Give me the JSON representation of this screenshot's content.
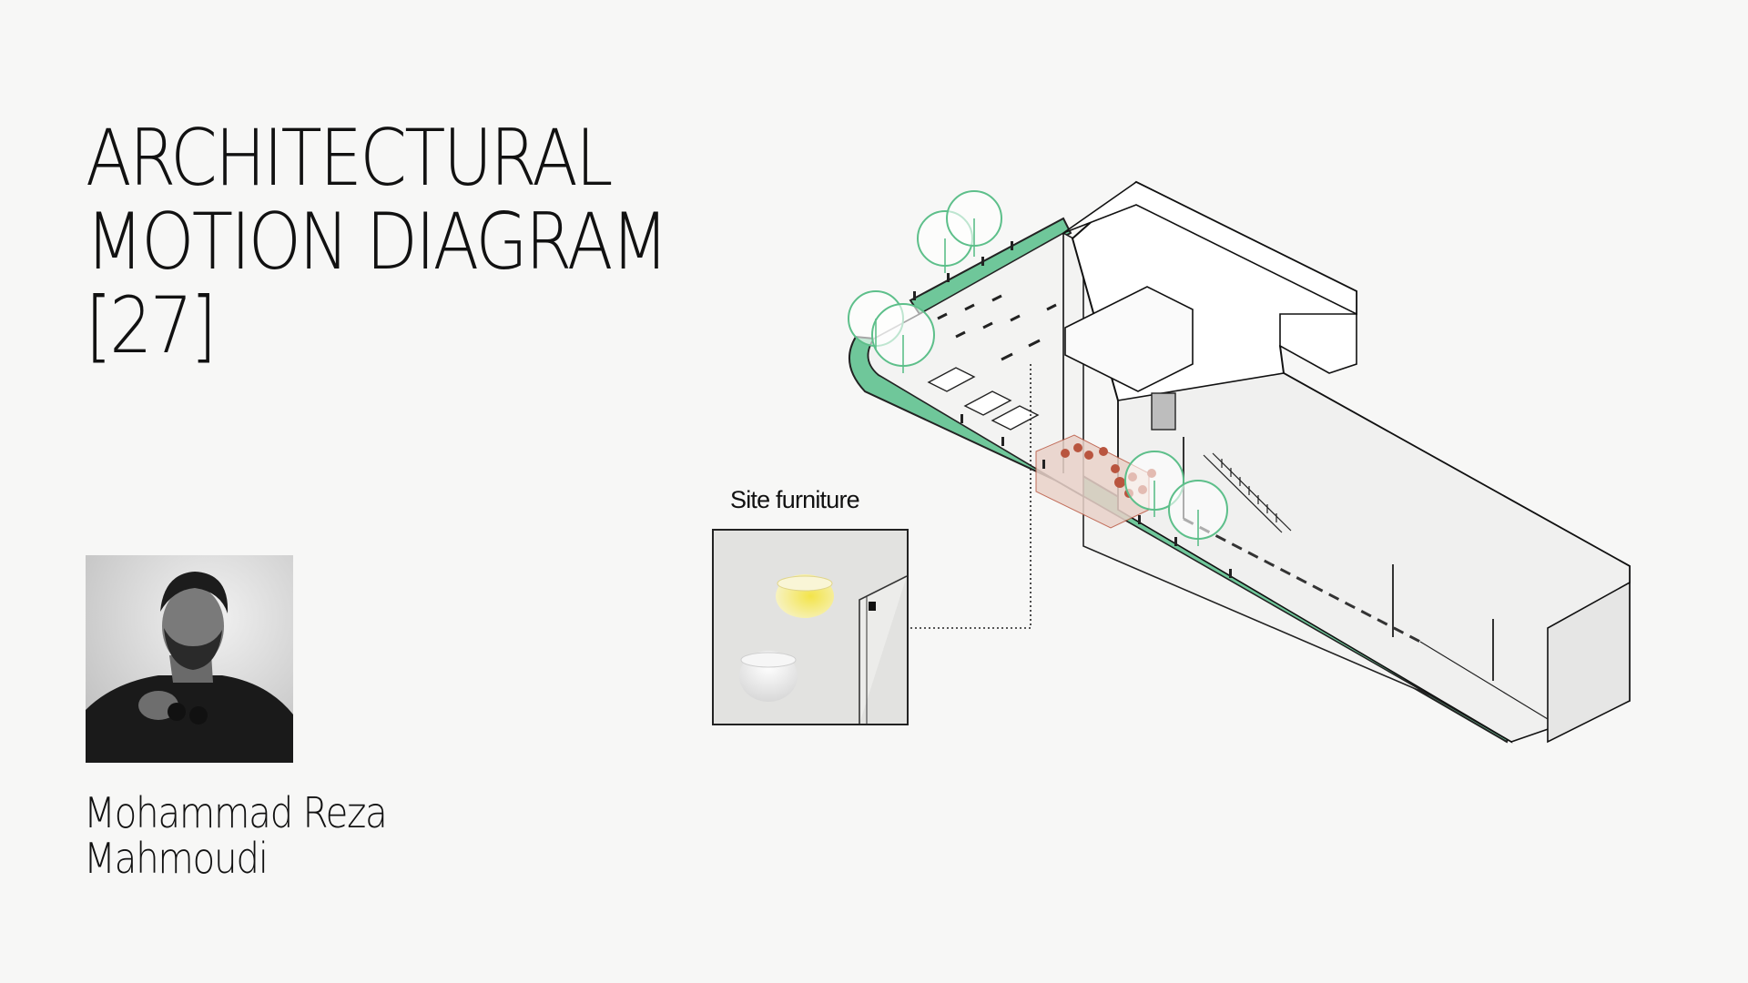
{
  "title": {
    "line1": "ARCHITECTURAL",
    "line2": "MOTION DIAGRAM",
    "line3": "[27]"
  },
  "author": {
    "first_line": "Mohammad Reza",
    "second_line": "Mahmoudi"
  },
  "inset": {
    "label": "Site furniture"
  },
  "colors": {
    "landscape_green": "#6fc79a",
    "planter_fill": "#cfe9dc",
    "accent_red": "#b9553f",
    "highlight_yellow": "#f3e44a",
    "tree_stroke": "#5dbf8a"
  },
  "icons": [
    "person-photo",
    "tree-icon",
    "car-icon"
  ]
}
